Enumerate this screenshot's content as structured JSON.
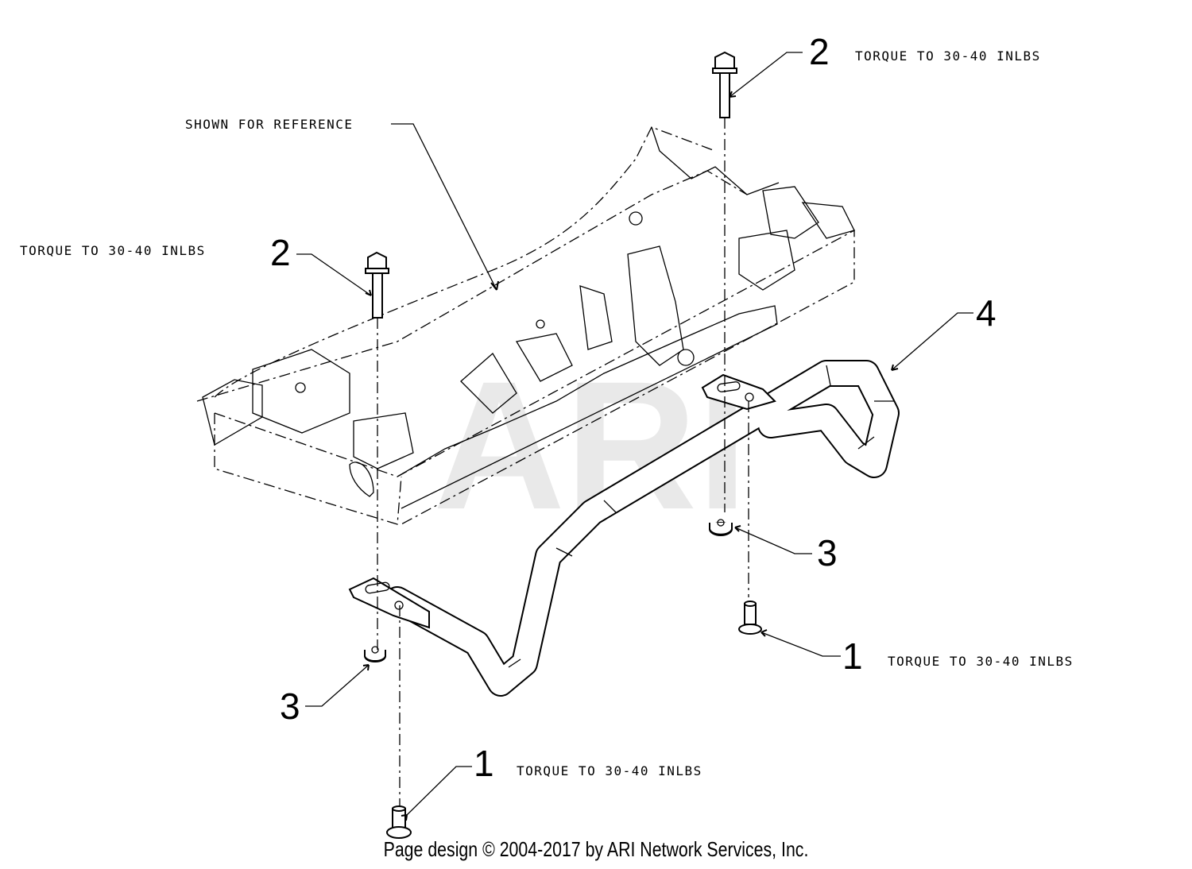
{
  "diagram": {
    "watermark": "ARI",
    "reference_note": "SHOWN FOR REFERENCE",
    "callouts": [
      {
        "id": "c2-top",
        "number": "2",
        "note": "TORQUE TO 30-40 INLBS"
      },
      {
        "id": "c2-left",
        "number": "2",
        "note": "TORQUE TO 30-40 INLBS"
      },
      {
        "id": "c4",
        "number": "4",
        "note": ""
      },
      {
        "id": "c3-right",
        "number": "3",
        "note": ""
      },
      {
        "id": "c1-right",
        "number": "1",
        "note": "TORQUE TO 30-40 INLBS"
      },
      {
        "id": "c3-left",
        "number": "3",
        "note": ""
      },
      {
        "id": "c1-bottom",
        "number": "1",
        "note": "TORQUE TO 30-40 INLBS"
      }
    ]
  },
  "footer": {
    "copyright": "Page design © 2004-2017 by ARI Network Services, Inc."
  }
}
